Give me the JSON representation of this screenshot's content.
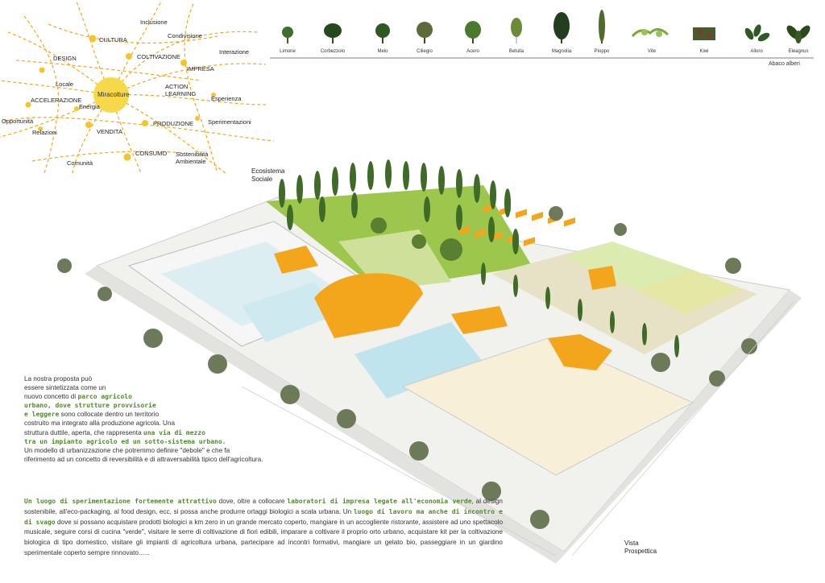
{
  "concept_map": {
    "center": "Miracolture",
    "nodes": [
      "Inclusione",
      "CULTURA",
      "Condivisione",
      "DESIGN",
      "COLTIVAZIONE",
      "Interazione",
      "IMPRESA",
      "Locale",
      "ACTION LEARNING",
      "ACCELERAZIONE",
      "Energia",
      "Esperienza",
      "Opportunità",
      "PRODUZIONE",
      "Sperimentazioni",
      "Relazioni",
      "VENDITA",
      "CONSUMO",
      "Sostenibilità Ambientale",
      "Comunità"
    ]
  },
  "tree_abacus": {
    "title": "Abaco alberi",
    "trees": [
      "Limone",
      "Corbezzolo",
      "Melo",
      "Ciliegio",
      "Acero",
      "Betulla",
      "Magnolia",
      "Pioppo",
      "Vite",
      "Kiwi",
      "Alloro",
      "Eleagnus"
    ]
  },
  "plan_labels": {
    "ecosistema": "Ecosistema Sociale",
    "ecosistema_l1": "Ecosistema",
    "ecosistema_l2": "Sociale",
    "vista_l1": "Vista",
    "vista_l2": "Prospettica"
  },
  "text_block_1": {
    "l1": "La nostra proposta può",
    "l2": "essere sintetizzata come un",
    "l3a": "nuovo concetto di ",
    "l3b": "parco agricolo",
    "l4": "urbano, dove strutture provvisorie",
    "l5a": "e leggere",
    "l5b": " sono collocate dentro un territorio",
    "l6": "costruito ma integrato alla produzione agricola. Una",
    "l7a": "struttura duttile, aperta, che rappresenta ",
    "l7b": "una via di mezzo",
    "l8": "tra un impianto agricolo ed un sotto-sistema urbano.",
    "l9": "Un modello di urbanizzazione che potremmo definire \"debole\" e che fa",
    "l10": "riferimento ad un concetto di reversibilità e di attraversabilità tipico dell'agricoltura."
  },
  "text_block_2": {
    "g1": "Un luogo di sperimentazione fortemente attrattivo",
    "t1": " dove, oltre a collocare ",
    "g2": "laboratori di impresa legate all'economia verde",
    "t2": ", al design sostenibile, all'eco-packaging, al food design, ecc, si possa anche produrre ortaggi biologici a scala urbana. Un ",
    "g3": "luogo di lavoro ma anche di incontro e di svago",
    "t3": " dove si possano acquistare prodotti biologici a km zero in un grande mercato coperto, mangiare in un accogliente ristorante, assistere ad uno spettacolo musicale, seguire corsi di cucina \"verde\", visitare le serre di coltivazione di fiori edibili, imparare a coltivare il proprio orto urbano, acquistare kit per la coltivazione biologica di tipo domestico, visitare gli impianti di agricoltura urbana, partecipare ad incontri formativi, mangiare un gelato bio, passeggiare in un giardino sperimentale coperto sempre rinnovato......"
  },
  "colors": {
    "accent_orange": "#f3a61c",
    "concept_yellow": "#f6d94a",
    "green_text": "#4f8a2c",
    "water": "#bfe4ee",
    "grass": "#9cc64c"
  }
}
